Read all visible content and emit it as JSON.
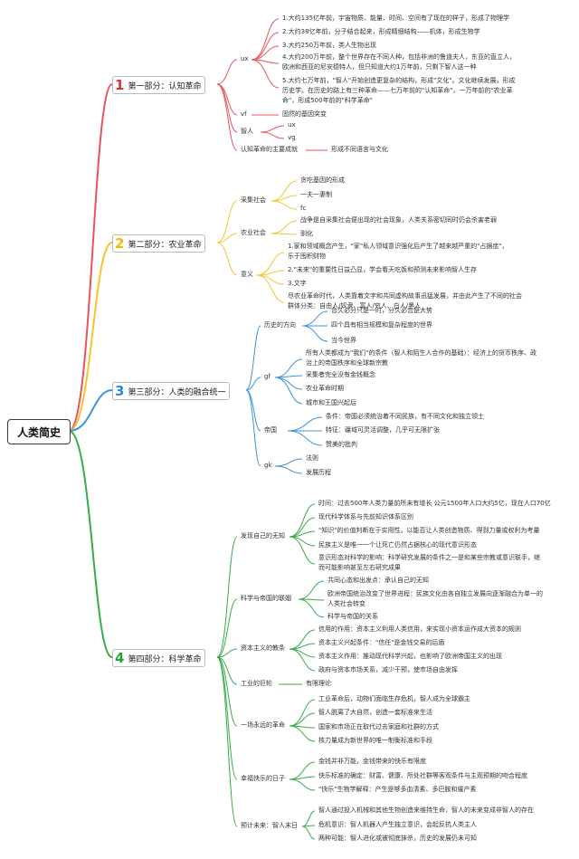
{
  "root": "人类简史",
  "parts": [
    {
      "num": "1",
      "title": "第一部分：认知革命",
      "color": "#e8545b"
    },
    {
      "num": "2",
      "title": "第二部分：农业革命",
      "color": "#f4c430"
    },
    {
      "num": "3",
      "title": "第三部分：人类的融合统一",
      "color": "#3b93dc"
    },
    {
      "num": "4",
      "title": "第四部分：科学革命",
      "color": "#3aaa4a"
    }
  ],
  "p1": {
    "ux": "ux",
    "ux_items": [
      "1.大约135亿年前，宇宙物质、能量、时间、空间有了现在的样子，形成了物理学",
      "2.大约38亿年前，分子结合起来，形成精细结构——机体，形成生物学",
      "3.大约250万年前，类人生物出现",
      "4.大约200万年前，整个世界存在不同人种，包括非洲的鲁道夫人，东亚的直立人，欧洲和西亚的尼安德特人，但只知道大约1万年前，只剩下智人这一种",
      "5.大约七万年前，\"智人\"开始创造更复杂的结构，形成\"文化\"。文化继续发展，形成历史学。在历史的路上有三种革命——七万年前的\"认知革命\"，一万年前的\"农业革命\"，形成500年前的\"科学革命\""
    ],
    "vf": "vf",
    "vf_item": "固然的基因突变",
    "zr": "智人",
    "zr_items": [
      "ux",
      "vg"
    ],
    "rz": "认知革命的主要成就",
    "rz_item": "形成不同语言与文化"
  },
  "p2": {
    "cj": "采集社会",
    "cj_items": [
      "贪吃基因的形成",
      "一夫一妻制",
      "fc"
    ],
    "ny": "农业社会",
    "ny_items": [
      "战争是自采集社会便出现的社会现象，人类关系密切同时仍会杀害老弱",
      "驯化"
    ],
    "yy": "意义",
    "yy_items": [
      "1.家和领域概念产生，\"家\"私人领域意识强化后产生了越来越严重的\"占据症\"，乐于囤积财物",
      "2.\"未来\"的重要性日益凸显，学会看天吃饭和预测未来影响智人生存",
      "3.文字",
      "尽农业革命时代，人类靠着文字和共同虚构故事迅猛发展，并由此产生了不同的社会群体分类：自由人/奴隶、富人/穷人、白人/黑人"
    ]
  },
  "p3": {
    "ls": "历史的方向",
    "ls_items": [
      "合久必分只是一时，分久必合是大势",
      "四个具有相当规模和复杂程度的世界",
      "当今世界"
    ],
    "gf": "gf",
    "gf_items": [
      "所有人类都成为\"我们\"的条件（智人和陌生人合作的基础）：经济上的货币秩序、政治上的帝国秩序和全球新宗教",
      "采集者完全没有金钱概念",
      "农业革命时期",
      "城市和王国兴起后"
    ],
    "dg": "帝国",
    "dg_items": [
      "条件：帝国必须统治着不同民族，有不同文化和独立领土",
      "特征：疆域可灵活调整，几乎可无限扩张",
      "赞美的批判"
    ],
    "gk": "gk",
    "gk_items": [
      "法则",
      "发展历程"
    ]
  },
  "p4": {
    "fx": "发现自己的无知",
    "fx_items": [
      "时间：过去500年人类力量前所未有增长 公元1500年人口大约5亿，现在人口70亿",
      "现代科学体系与先前知识体系区别",
      "\"知识\"的价值判断在于实用性，以能否让人类创造物质、得到力量或权利为考量",
      "民族主义是唯一一个让死亡仍然占据核心的现代意识形态",
      "意识形态对科学的影响：科学研究发展的条件之一是和某些宗教或意识联手，继而可能影响甚至左右研究成果"
    ],
    "kx": "科学与帝国的联姻",
    "kx_items": [
      "共同心态和出发点：承认自己的无知",
      "欧洲帝国统治改变了世界进程：民族文化由各自独立发展向逐渐融合为单一的人类社会转变",
      "科学与帝国的关系"
    ],
    "zb": "资本主义的教条",
    "zb_items": [
      "信用的作用：资本主义利用人类信用，来实现小资本运作成大资本的规则",
      "资本主义兴起条件：\"信任\"是金钱交易的后盾",
      "资本主义作用：推动现代科学兴起，也影响了欧洲帝国主义的出现",
      "政府与资本市场关系，减少干预，使市场自由发挥"
    ],
    "gy": "工业的巨轮",
    "gy_item": "有限理论",
    "yc": "一场永远的革命",
    "yc_items": [
      "工业革命后，动物们面临生存危机，智人成为全球霸主",
      "智人脱离了大自然，创造一套标准来生活",
      "国家和市场正在取代过去家庭和社群的方式",
      "核力量成为新世界的唯一制衡标准和手段"
    ],
    "xf": "幸福快乐的日子",
    "xf_items": [
      "金钱并非万能，金钱带来的快乐有限度",
      "快乐标准的确定：财富、健康、所处社群等客观条件与主观预期的吻合程度",
      "\"快乐\"生物学解释：产生是够多血清素、多巴胺和催产素"
    ],
    "yc2": "预计未来：智人末日",
    "yc2_items": [
      "智人通过投入机械和其他生物创造来维持生命，智人的未来变成非智人的存在",
      "危机意识：智人机器人产生独立意识，会起反抗人类主人",
      "两种可能：智人进化或被彻底抹杀，历史的发展仍未可知"
    ]
  }
}
